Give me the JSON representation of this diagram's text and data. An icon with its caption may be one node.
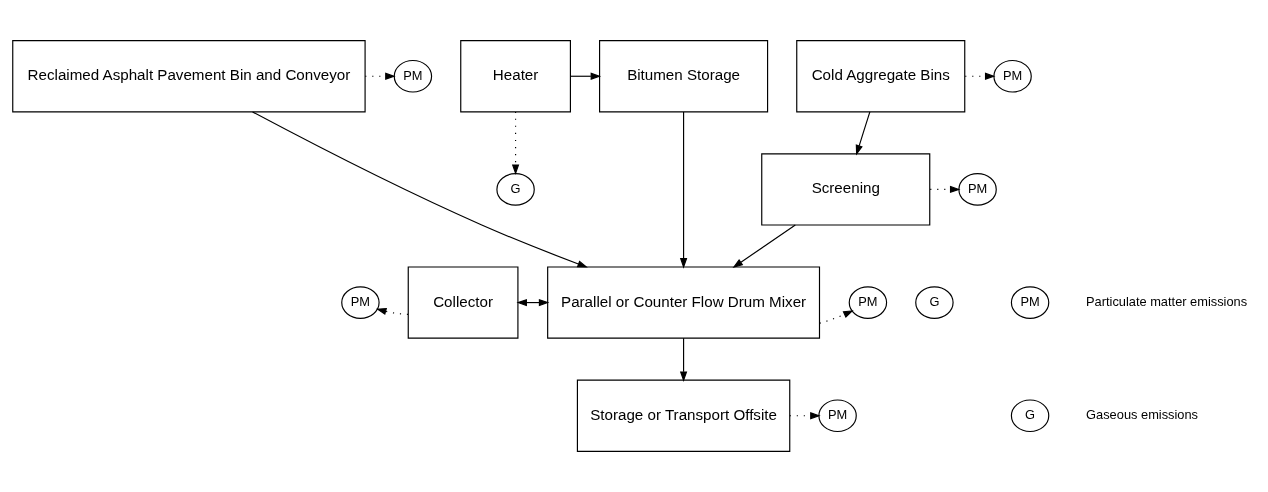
{
  "diagram": {
    "nodes": [
      {
        "text": [
          "Reclaimed Asphalt Pavement Bin and Conveyor"
        ]
      },
      {
        "text": [
          "PM"
        ]
      },
      {
        "text": [
          "Cold Aggregate Bins"
        ]
      },
      {
        "text": [
          "PM"
        ]
      },
      {
        "text": [
          "Bitumen Storage"
        ]
      },
      {
        "text": [
          "Heater"
        ]
      },
      {
        "text": [
          "G"
        ]
      },
      {
        "text": [
          "Screening"
        ]
      },
      {
        "text": [
          "PM"
        ]
      },
      {
        "text": [
          "PM"
        ]
      },
      {
        "text": [
          "Collector"
        ]
      },
      {
        "text": [
          "Parallel or Counter Flow Drum Mixer"
        ]
      },
      {
        "text": [
          "PM"
        ]
      },
      {
        "text": [
          "G"
        ]
      },
      {
        "text": [
          "PM"
        ]
      },
      {
        "text": [
          "Storage or Transport Offsite"
        ]
      },
      {
        "text": [
          "PM"
        ],
        "beside": [
          "Particulate matter emissions"
        ]
      },
      {
        "text": [
          "G"
        ],
        "beside": [
          "Gaseous emissions"
        ]
      }
    ],
    "edges": [
      {
        "from": 0,
        "to": 1,
        "arrow": "to",
        "style": "dashed"
      },
      {
        "from": 2,
        "to": 3,
        "arrow": "to",
        "style": "dashed"
      },
      {
        "from": 5,
        "to": 4,
        "arrow": "to"
      },
      {
        "from": 5,
        "to": 6,
        "arrow": "to",
        "style": "dashed"
      },
      {
        "from": 2,
        "to": 7,
        "arrow": "to"
      },
      {
        "from": 7,
        "to": 8,
        "arrow": "to",
        "style": "dashed"
      },
      {
        "from": 0,
        "to": 11,
        "arrow": "to"
      },
      {
        "from": 7,
        "to": 11,
        "arrow": "to"
      },
      {
        "from": 4,
        "to": 11,
        "arrow": "to"
      },
      {
        "from": 10,
        "to": 9,
        "arrow": "to",
        "style": "dashed"
      },
      {
        "from": 10,
        "to": 11,
        "arrow": "both"
      },
      {
        "from": 11,
        "to": 12,
        "arrow": "to",
        "style": "dashed"
      },
      {
        "from": 11,
        "to": 15,
        "arrow": "to"
      },
      {
        "from": 15,
        "to": 14,
        "arrow": "to",
        "style": "dashed"
      }
    ]
  }
}
